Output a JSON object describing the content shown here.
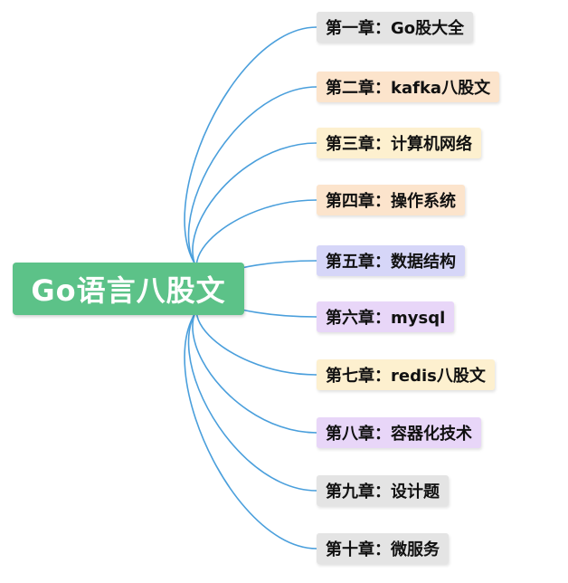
{
  "root": {
    "label": "Go语言八股文",
    "color": "#5cc288"
  },
  "connector_color": "#4a9fdc",
  "branches": [
    {
      "label": "第一章：Go股大全",
      "color": "gray"
    },
    {
      "label": "第二章：kafka八股文",
      "color": "orange"
    },
    {
      "label": "第三章：计算机网络",
      "color": "yellow"
    },
    {
      "label": "第四章：操作系统",
      "color": "orange"
    },
    {
      "label": "第五章：数据结构",
      "color": "blue"
    },
    {
      "label": "第六章：mysql",
      "color": "purple"
    },
    {
      "label": "第七章：redis八股文",
      "color": "yellow"
    },
    {
      "label": "第八章：容器化技术",
      "color": "purple"
    },
    {
      "label": "第九章：设计题",
      "color": "gray"
    },
    {
      "label": "第十章：微服务",
      "color": "gray"
    }
  ]
}
